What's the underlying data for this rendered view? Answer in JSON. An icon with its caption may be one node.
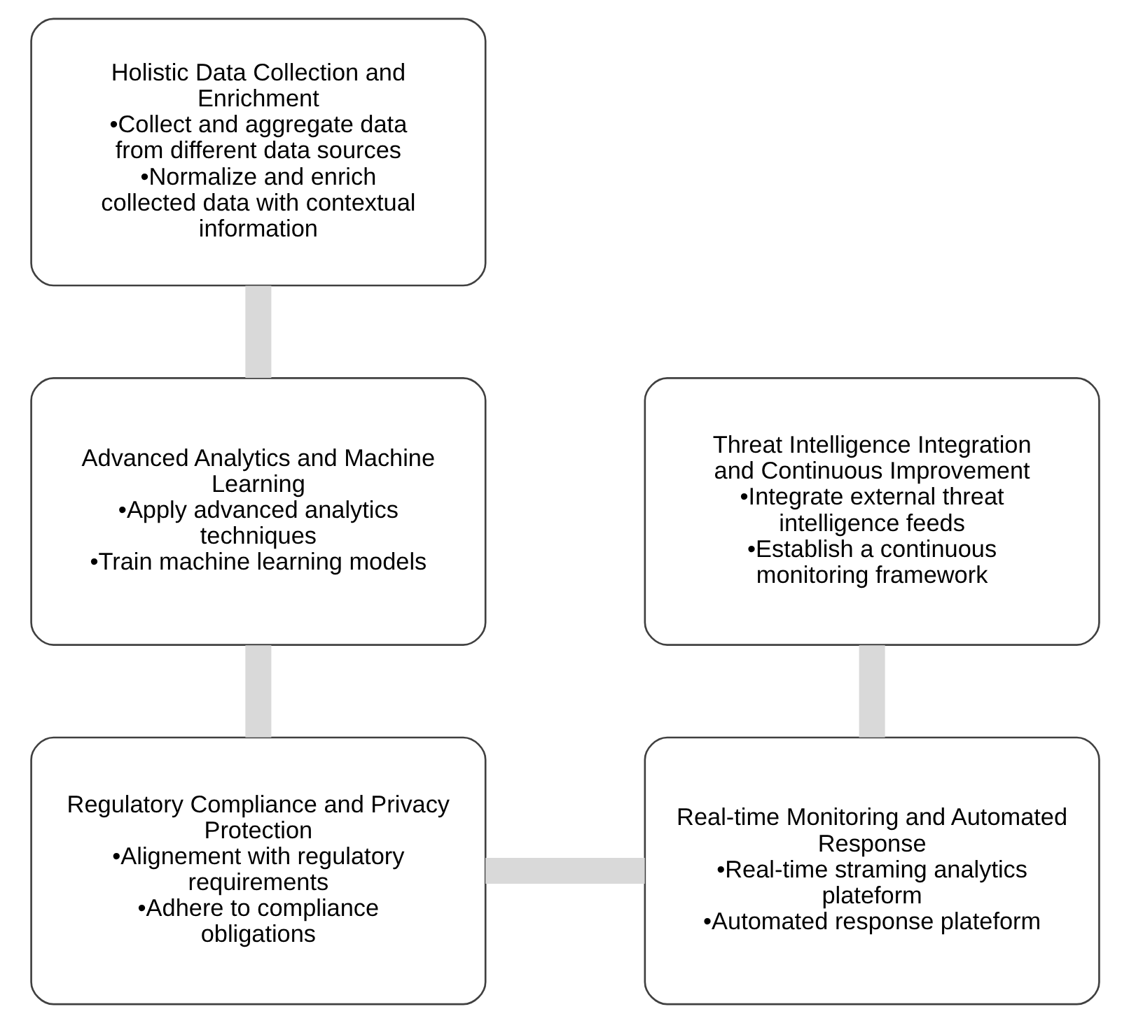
{
  "diagram": {
    "nodes": [
      {
        "text": [
          "Holistic Data Collection and Enrichment",
          "•Collect and aggregate data from different data sources",
          "•Normalize and enrich collected data with contextual information"
        ]
      },
      {
        "text": [
          "Advanced Analytics and Machine Learning",
          "•Apply advanced analytics techniques",
          "•Train machine learning models"
        ]
      },
      {
        "text": [
          "Threat Intelligence Integration and Continuous Improvement",
          "•Integrate external threat intelligence feeds",
          "•Establish a continuous monitoring framework"
        ]
      },
      {
        "text": [
          "Regulatory Compliance and Privacy Protection",
          "•Alignement with regulatory requirements",
          "•Adhere to compliance obligations"
        ]
      },
      {
        "text": [
          "Real-time Monitoring and Automated Response",
          "•Real-time straming analytics plateform",
          "•Automated response plateform"
        ]
      }
    ],
    "edges": [
      {
        "from": 0,
        "to": 1,
        "arrow": "none"
      },
      {
        "from": 1,
        "to": 3,
        "arrow": "none"
      },
      {
        "from": 3,
        "to": 4,
        "arrow": "none"
      },
      {
        "from": 4,
        "to": 2,
        "arrow": "none"
      }
    ]
  }
}
